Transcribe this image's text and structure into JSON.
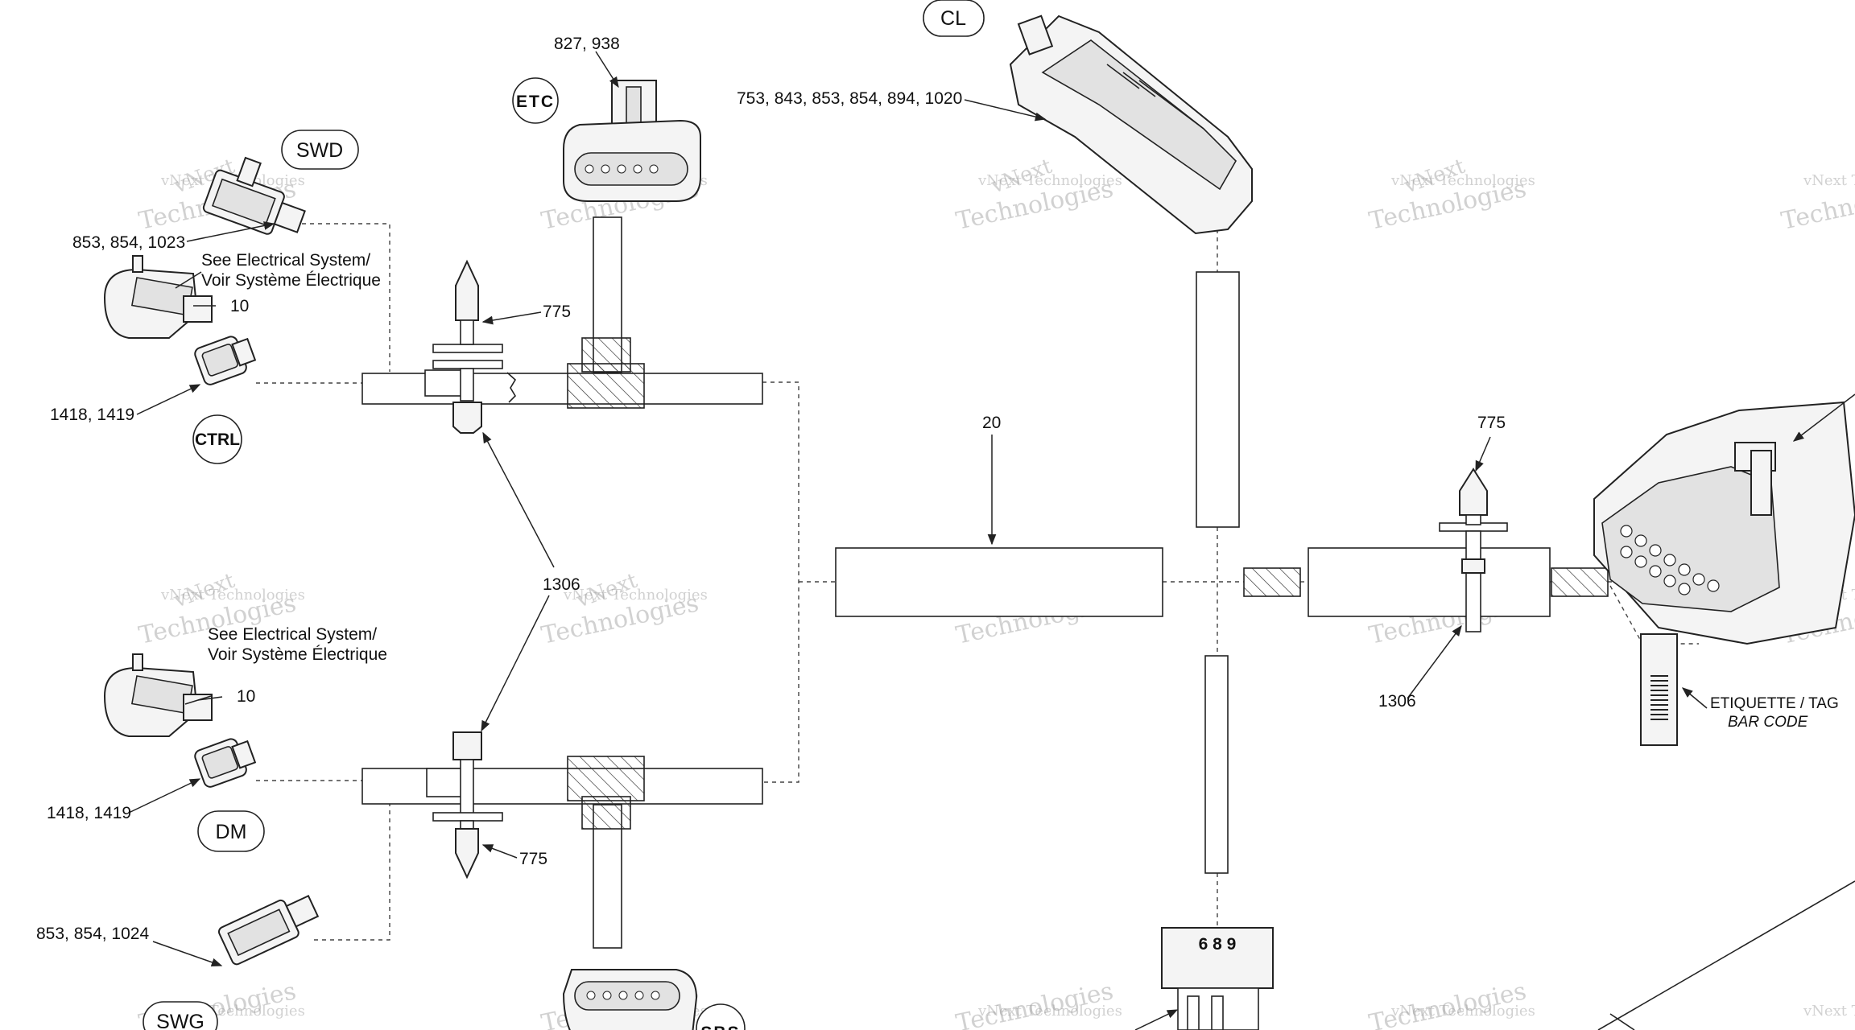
{
  "labels": {
    "tag_cl": "CL",
    "tag_swd": "SWD",
    "tag_etc": "ETC",
    "tag_ctrl": "CTRL",
    "tag_dm": "DM",
    "tag_swg": "SWG",
    "tag_sbs": "SBS",
    "ref_827": "827, 938",
    "ref_753": "753, 843, 853, 854, 894, 1020",
    "ref_853_1023": "853, 854, 1023",
    "ref_see_1a": "See Electrical System/",
    "ref_see_1b": "Voir Système Électrique",
    "ref_10_a": "10",
    "ref_775_a": "775",
    "ref_1418_a": "1418, 1419",
    "ref_20": "20",
    "ref_775_b": "775",
    "ref_1306_a": "1306",
    "ref_1306_b": "1306",
    "ref_see_2a": "See Electrical System/",
    "ref_see_2b": "Voir Système Électrique",
    "ref_10_b": "10",
    "ref_1418_b": "1418, 1419",
    "ref_775_c": "775",
    "ref_853_1024": "853, 854, 1024",
    "ref_689": "6 8 9",
    "etiquette_1": "ETIQUETTE / TAG",
    "etiquette_2": "BAR CODE"
  },
  "watermark": {
    "line1": "vNext Technologies",
    "line2": "Technologies",
    "line3": "vNext"
  }
}
